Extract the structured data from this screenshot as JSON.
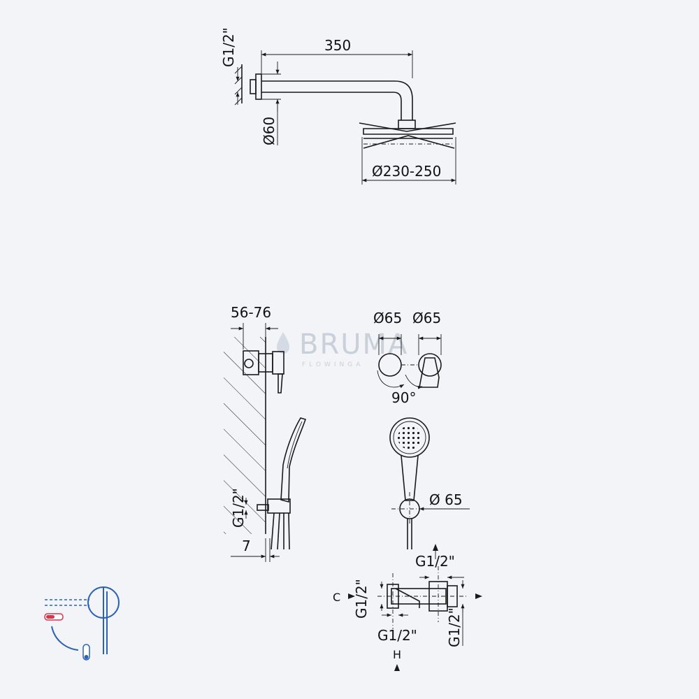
{
  "watermark": {
    "brand": "BRUMA",
    "tagline": "FLOWINGA"
  },
  "shower_head": {
    "arm_length": "350",
    "connection": "G1/2\"",
    "flange_diameter": "Ø60",
    "head_diameter": "Ø230-250"
  },
  "wall_mixer": {
    "depth": "56-76",
    "connection": "G1/2\"",
    "offset": "7"
  },
  "mixer_front": {
    "left_diameter": "Ø65",
    "right_diameter": "Ø65",
    "rotation": "90°"
  },
  "hand_shower": {
    "holder_diameter": "Ø 65"
  },
  "inlets": {
    "top": "G1/2\"",
    "left": "G1/2\"",
    "bottom": "G1/2\"",
    "right": "G1/2\"",
    "cold": "C",
    "hot": "H"
  },
  "colors": {
    "background": "#f2f4f7",
    "line": "#1a1a1a",
    "hot": "#d9344a",
    "cold": "#2b62b5"
  },
  "icons": [
    "single-lever-temperature-icon"
  ]
}
